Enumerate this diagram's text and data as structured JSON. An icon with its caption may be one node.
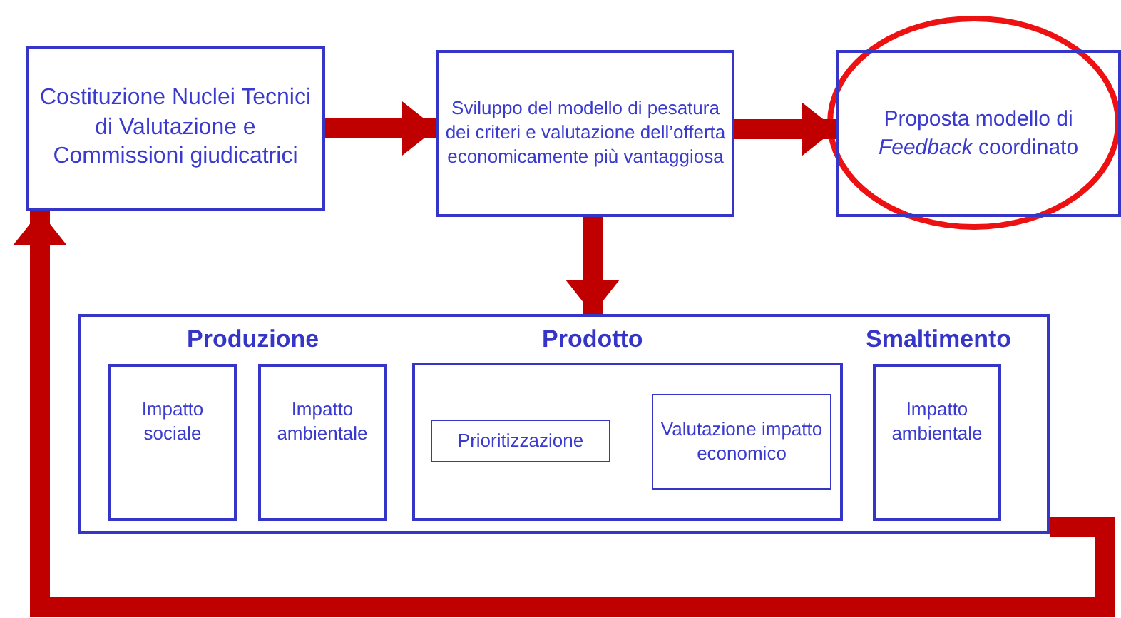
{
  "diagram": {
    "nodes": [
      {
        "text": [
          "Costituzione Nuclei Tecnici di Valutazione e Commissioni giudicatrici"
        ]
      },
      {
        "text": [
          "Sviluppo del modello di pesatura dei criteri e valutazione dell’offerta economicamente più vantaggiosa"
        ]
      },
      {
        "text": [
          "Proposta modello di *Feedback* coordinato"
        ]
      },
      {
        "text": [],
        "shape": "box"
      },
      {
        "text": [
          "Impatto sociale"
        ],
        "in": 3
      },
      {
        "text": [
          "Impatto ambientale"
        ],
        "in": 3
      },
      {
        "text": [],
        "shape": "box",
        "in": 3
      },
      {
        "text": [
          "Prioritizzazione"
        ],
        "in": 6
      },
      {
        "text": [
          "Valutazione impatto economico"
        ],
        "in": 6
      },
      {
        "text": [
          "Impatto ambientale"
        ],
        "in": 3
      }
    ],
    "edges": [
      {
        "from": 0,
        "to": 1,
        "arrow": "to"
      },
      {
        "from": 1,
        "to": 2,
        "arrow": "to"
      },
      {
        "from": 1,
        "to": 3,
        "arrow": "to"
      },
      {
        "from": 3,
        "to": 0,
        "arrow": "to"
      }
    ],
    "labels": [
      "Produzione",
      "Prodotto",
      "Smaltimento"
    ]
  }
}
